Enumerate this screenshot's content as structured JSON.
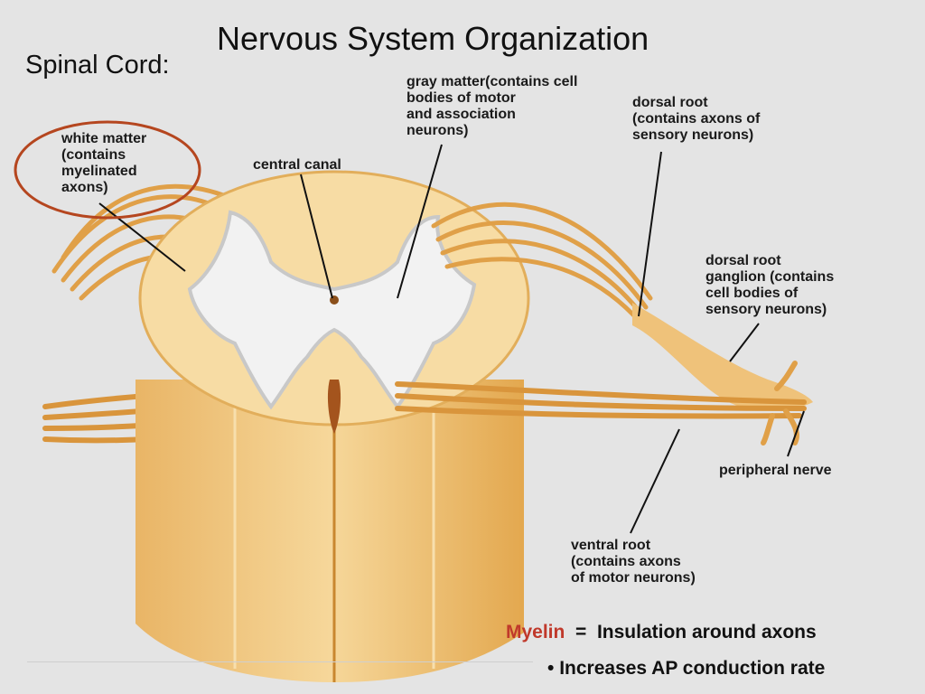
{
  "slide": {
    "title": "Nervous System Organization",
    "subtitle": "Spinal Cord:"
  },
  "labels": {
    "white_matter": [
      "white matter",
      "(contains",
      "myelinated",
      "axons)"
    ],
    "central_canal": [
      "central canal"
    ],
    "gray_matter": [
      "gray matter(contains cell",
      "bodies of motor",
      "and association",
      "neurons)"
    ],
    "dorsal_root": [
      "dorsal root",
      "(contains axons of",
      "sensory neurons)"
    ],
    "dorsal_root_ganglion": [
      "dorsal root",
      "ganglion (contains",
      "cell bodies of",
      "sensory neurons)"
    ],
    "peripheral_nerve": [
      "peripheral nerve"
    ],
    "ventral_root": [
      "ventral root",
      "(contains axons",
      "of motor neurons)"
    ]
  },
  "footnote": {
    "term": "Myelin",
    "equals": "=",
    "definition": "Insulation around axons",
    "bullet": "•",
    "point": "Increases AP conduction rate"
  },
  "colors": {
    "highlight_circle": "#b5461f",
    "myelin_text": "#c0392b"
  }
}
